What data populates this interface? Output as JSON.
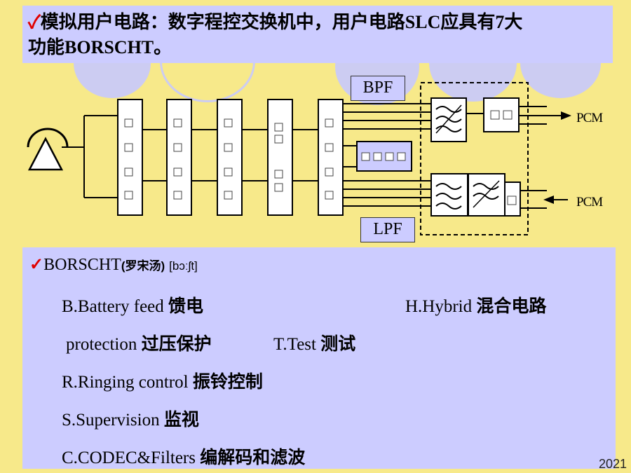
{
  "title": {
    "check": "✓",
    "line1": "模拟用户电路：数字程控交换机中，用户电路SLC应具有7大",
    "line2": "功能BORSCHT。"
  },
  "labels": {
    "bpf": "BPF",
    "lpf": "LPF",
    "pcm_out": "PCM",
    "pcm_in": "PCM"
  },
  "borscht": {
    "check": "✓",
    "word": "BORSCHT",
    "cn": "(罗宋汤)",
    "phonetic": "[bɔːʃt]",
    "items": [
      {
        "en": "B.Battery feed ",
        "cn": "馈电"
      },
      {
        "en": "H.Hybrid ",
        "cn": "混合电路"
      },
      {
        "en": "protection ",
        "cn": "过压保护"
      },
      {
        "en": "T.Test ",
        "cn": "测试"
      },
      {
        "en": "R.Ringing control ",
        "cn": "振铃控制"
      },
      {
        "en": "S.Supervision ",
        "cn": "监视"
      },
      {
        "en": "C.CODEC&Filters ",
        "cn": "编解码和滤波"
      }
    ]
  },
  "page_number": "2021",
  "colors": {
    "background": "#f7e98a",
    "panel": "#ccccff",
    "check": "#e00000"
  }
}
